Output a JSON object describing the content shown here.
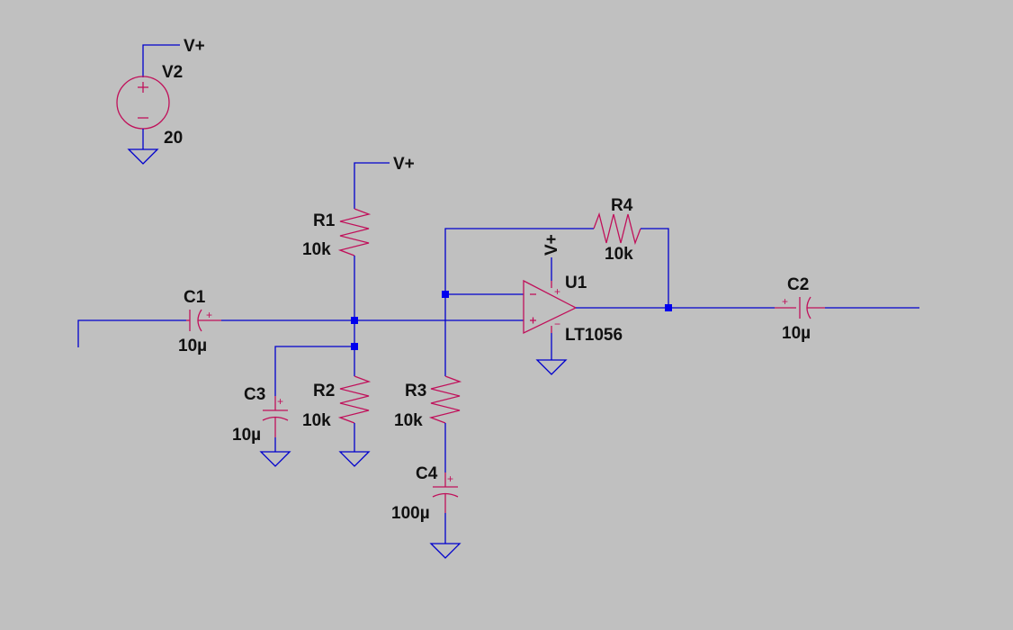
{
  "colors": {
    "background": "#c0c0c0",
    "wire": "#0000cc",
    "component": "#c0105a",
    "junction": "#0000ee",
    "text": "#111111"
  },
  "source": {
    "name": "V2",
    "value": "20",
    "net": "V+"
  },
  "nets": {
    "vplus_r1": "V+",
    "vplus_opamp": "V+"
  },
  "components": {
    "c1": {
      "name": "C1",
      "value": "10µ"
    },
    "c2": {
      "name": "C2",
      "value": "10µ"
    },
    "c3": {
      "name": "C3",
      "value": "10µ"
    },
    "c4": {
      "name": "C4",
      "value": "100µ"
    },
    "r1": {
      "name": "R1",
      "value": "10k"
    },
    "r2": {
      "name": "R2",
      "value": "10k"
    },
    "r3": {
      "name": "R3",
      "value": "10k"
    },
    "r4": {
      "name": "R4",
      "value": "10k"
    },
    "u1": {
      "name": "U1",
      "value": "LT1056"
    }
  },
  "pins": {
    "plus": "+",
    "minus": "−"
  }
}
